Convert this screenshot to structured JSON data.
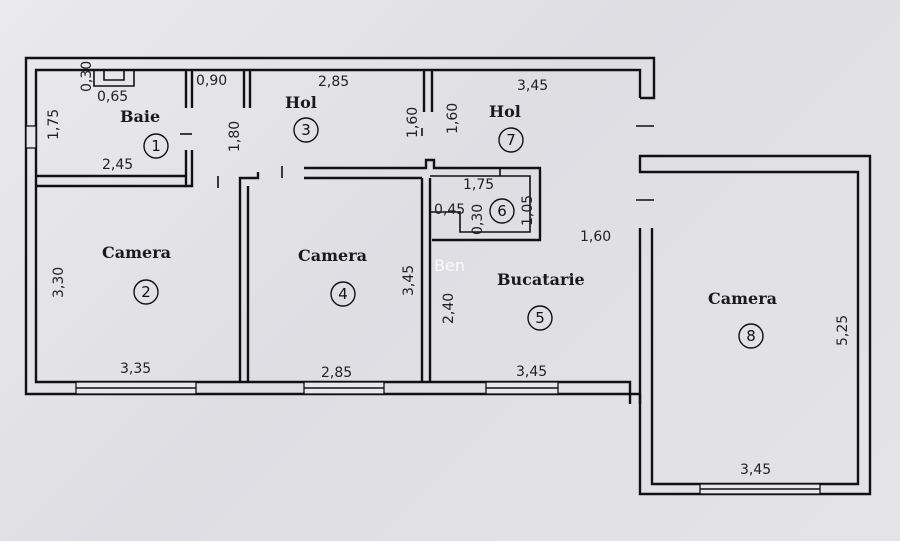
{
  "plan": {
    "watermark": "Ben",
    "rooms": [
      {
        "id": "baie",
        "name": "Baie",
        "number": "1"
      },
      {
        "id": "camera-2",
        "name": "Camera",
        "number": "2"
      },
      {
        "id": "hol-3",
        "name": "Hol",
        "number": "3"
      },
      {
        "id": "camera-4",
        "name": "Camera",
        "number": "4"
      },
      {
        "id": "bucatarie",
        "name": "Bucatarie",
        "number": "5"
      },
      {
        "id": "room-6",
        "name": "",
        "number": "6"
      },
      {
        "id": "hol-7",
        "name": "Hol",
        "number": "7"
      },
      {
        "id": "camera-8",
        "name": "Camera",
        "number": "8"
      }
    ],
    "dimensions": {
      "baie_top_a": "0,30",
      "baie_top_b": "0,65",
      "baie_left": "1,75",
      "baie_bottom": "2,45",
      "door_width": "0,90",
      "hol3_side": "1,80",
      "hol3_top": "2,85",
      "hol3_right": "1,60",
      "hol7_left": "1,60",
      "hol7_top": "3,45",
      "r6_top": "1,75",
      "r6_left": "0,45",
      "r6_mid": "0,30",
      "r6_right": "1,05",
      "corridor": "1,60",
      "cam2_left": "3,30",
      "cam2_bottom": "3,35",
      "cam4_right": "3,45",
      "cam4_bottom": "2,85",
      "buc_left": "2,40",
      "buc_bottom": "3,45",
      "cam8_right": "5,25",
      "cam8_bottom": "3,45"
    }
  }
}
